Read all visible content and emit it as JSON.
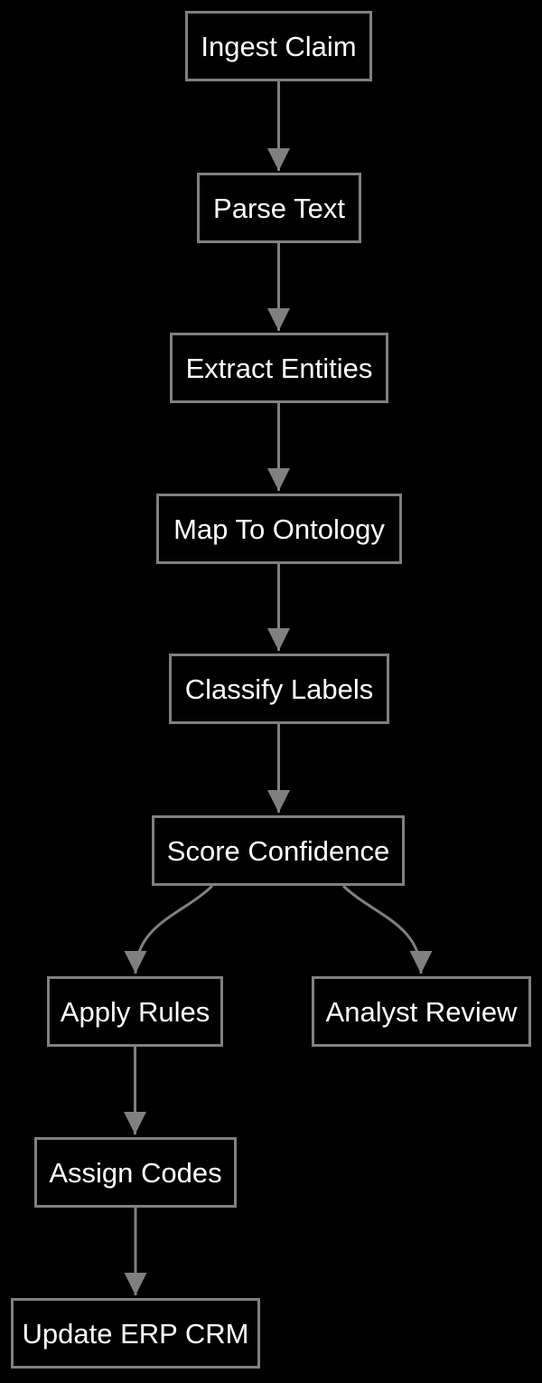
{
  "diagram": {
    "type": "flowchart",
    "direction": "top-down",
    "colors": {
      "background": "#000000",
      "node_fill": "#000000",
      "node_border": "#808080",
      "node_text": "#ffffff",
      "edge": "#808080"
    },
    "nodes": [
      {
        "id": "ingest-claim",
        "label": "Ingest Claim"
      },
      {
        "id": "parse-text",
        "label": "Parse Text"
      },
      {
        "id": "extract-entities",
        "label": "Extract Entities"
      },
      {
        "id": "map-to-ontology",
        "label": "Map To Ontology"
      },
      {
        "id": "classify-labels",
        "label": "Classify Labels"
      },
      {
        "id": "score-confidence",
        "label": "Score Confidence"
      },
      {
        "id": "apply-rules",
        "label": "Apply Rules"
      },
      {
        "id": "analyst-review",
        "label": "Analyst Review"
      },
      {
        "id": "assign-codes",
        "label": "Assign Codes"
      },
      {
        "id": "update-erp-crm",
        "label": "Update ERP CRM"
      }
    ],
    "edges": [
      {
        "from": "ingest-claim",
        "to": "parse-text"
      },
      {
        "from": "parse-text",
        "to": "extract-entities"
      },
      {
        "from": "extract-entities",
        "to": "map-to-ontology"
      },
      {
        "from": "map-to-ontology",
        "to": "classify-labels"
      },
      {
        "from": "classify-labels",
        "to": "score-confidence"
      },
      {
        "from": "score-confidence",
        "to": "apply-rules"
      },
      {
        "from": "score-confidence",
        "to": "analyst-review"
      },
      {
        "from": "apply-rules",
        "to": "assign-codes"
      },
      {
        "from": "assign-codes",
        "to": "update-erp-crm"
      }
    ]
  }
}
